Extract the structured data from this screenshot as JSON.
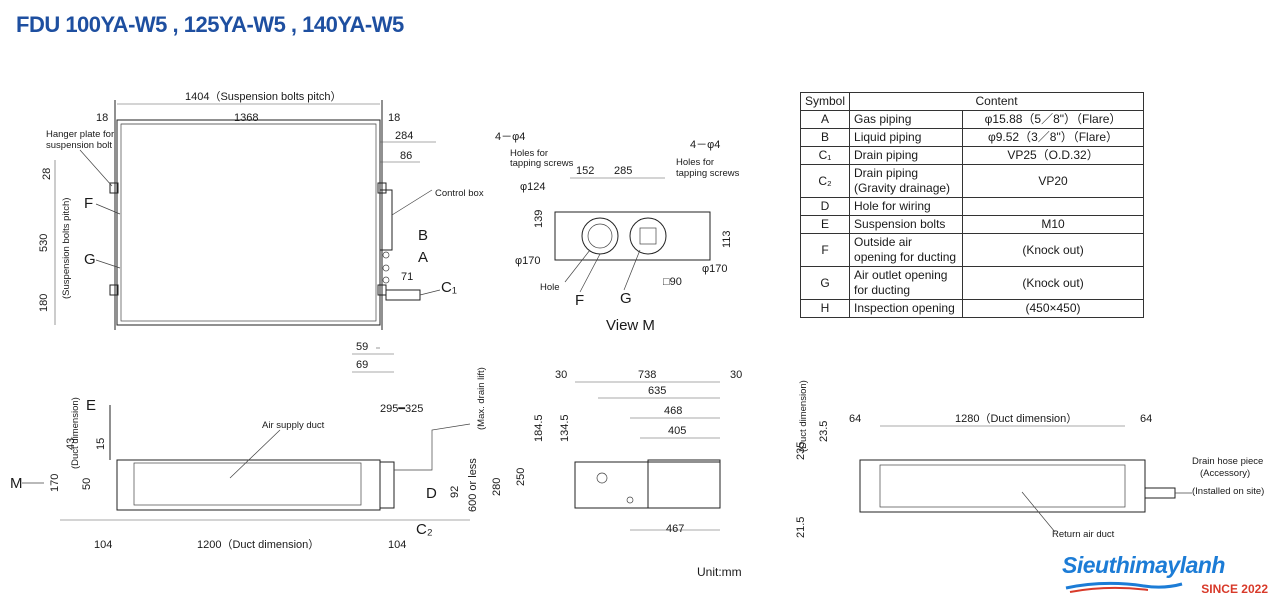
{
  "title": "FDU 100YA-W5 , 125YA-W5 , 140YA-W5",
  "unit": "Unit:mm",
  "brand": {
    "name": "Sieuthimaylanh",
    "since": "SINCE 2022"
  },
  "table": {
    "headers": {
      "symbol": "Symbol",
      "content": "Content"
    },
    "rows": [
      {
        "symbol": "A",
        "description": "Gas piping",
        "content": "φ15.88（5／8\"）（Flare）"
      },
      {
        "symbol": "B",
        "description": "Liquid piping",
        "content": "φ9.52（3／8\"）（Flare）"
      },
      {
        "symbol": "C₁",
        "description": "Drain piping",
        "content": "VP25（O.D.32）"
      },
      {
        "symbol": "C₂",
        "description": "Drain piping (Gravity drainage)",
        "content": "VP20"
      },
      {
        "symbol": "D",
        "description": "Hole for wiring",
        "content": ""
      },
      {
        "symbol": "E",
        "description": "Suspension bolts",
        "content": "M10"
      },
      {
        "symbol": "F",
        "description": "Outside air opening for ducting",
        "content": "(Knock out)"
      },
      {
        "symbol": "G",
        "description": "Air outlet opening for ducting",
        "content": "(Knock out)"
      },
      {
        "symbol": "H",
        "description": "Inspection opening",
        "content": "(450×450)"
      }
    ]
  },
  "labels": {
    "d1404": "1404（Suspension bolts pitch）",
    "d18a": "18",
    "d1368": "1368",
    "d18b": "18",
    "d284": "284",
    "d86": "86",
    "hanger": "Hanger plate for",
    "hanger2": "suspension bolt",
    "control_box": "Control box",
    "d28": "28",
    "d530": "530",
    "susp_pitch": "(Suspension bolts pitch)",
    "d180": "180",
    "F": "F",
    "G": "G",
    "B": "B",
    "A": "A",
    "C1": "C₁",
    "d71": "71",
    "d59": "59",
    "d69": "69",
    "holes_l": "4－φ4",
    "holes_r": "4－φ4",
    "holes_text1": "Holes for",
    "holes_text2": "tapping screws",
    "d152": "152",
    "d285": "285",
    "d124": "φ124",
    "d139": "139",
    "d113": "113",
    "d170l": "φ170",
    "d170r": "φ170",
    "hole": "Hole",
    "mF": "F",
    "mG": "G",
    "sq90": "□90",
    "view_m": "View M",
    "duct_dim_v": "(Duct dimension)",
    "E": "E",
    "d43": "43",
    "d15": "15",
    "d170": "170",
    "d50": "50",
    "M": "M",
    "air_supply": "Air supply duct",
    "d295": "295━325",
    "max_drain": "(Max. drain lift)",
    "d600": "600 or less",
    "d92": "92",
    "d280": "280",
    "D": "D",
    "C2": "C₂",
    "d104a": "104",
    "d1200": "1200（Duct dimension）",
    "d104b": "104",
    "d30a": "30",
    "d738": "738",
    "d30b": "30",
    "d635": "635",
    "d468": "468",
    "d405": "405",
    "d1845": "184.5",
    "d1345": "134.5",
    "d250": "250",
    "d467": "467",
    "d64a": "64",
    "d1280": "1280（Duct dimension）",
    "d64b": "64",
    "d235": "235",
    "duct_dim_v2": "(Duct dimension)",
    "d235b": "23.5",
    "d215": "21.5",
    "return_duct": "Return air duct",
    "drain_hose": "Drain hose piece",
    "accessory": "(Accessory)",
    "installed": "(Installed on site)"
  }
}
